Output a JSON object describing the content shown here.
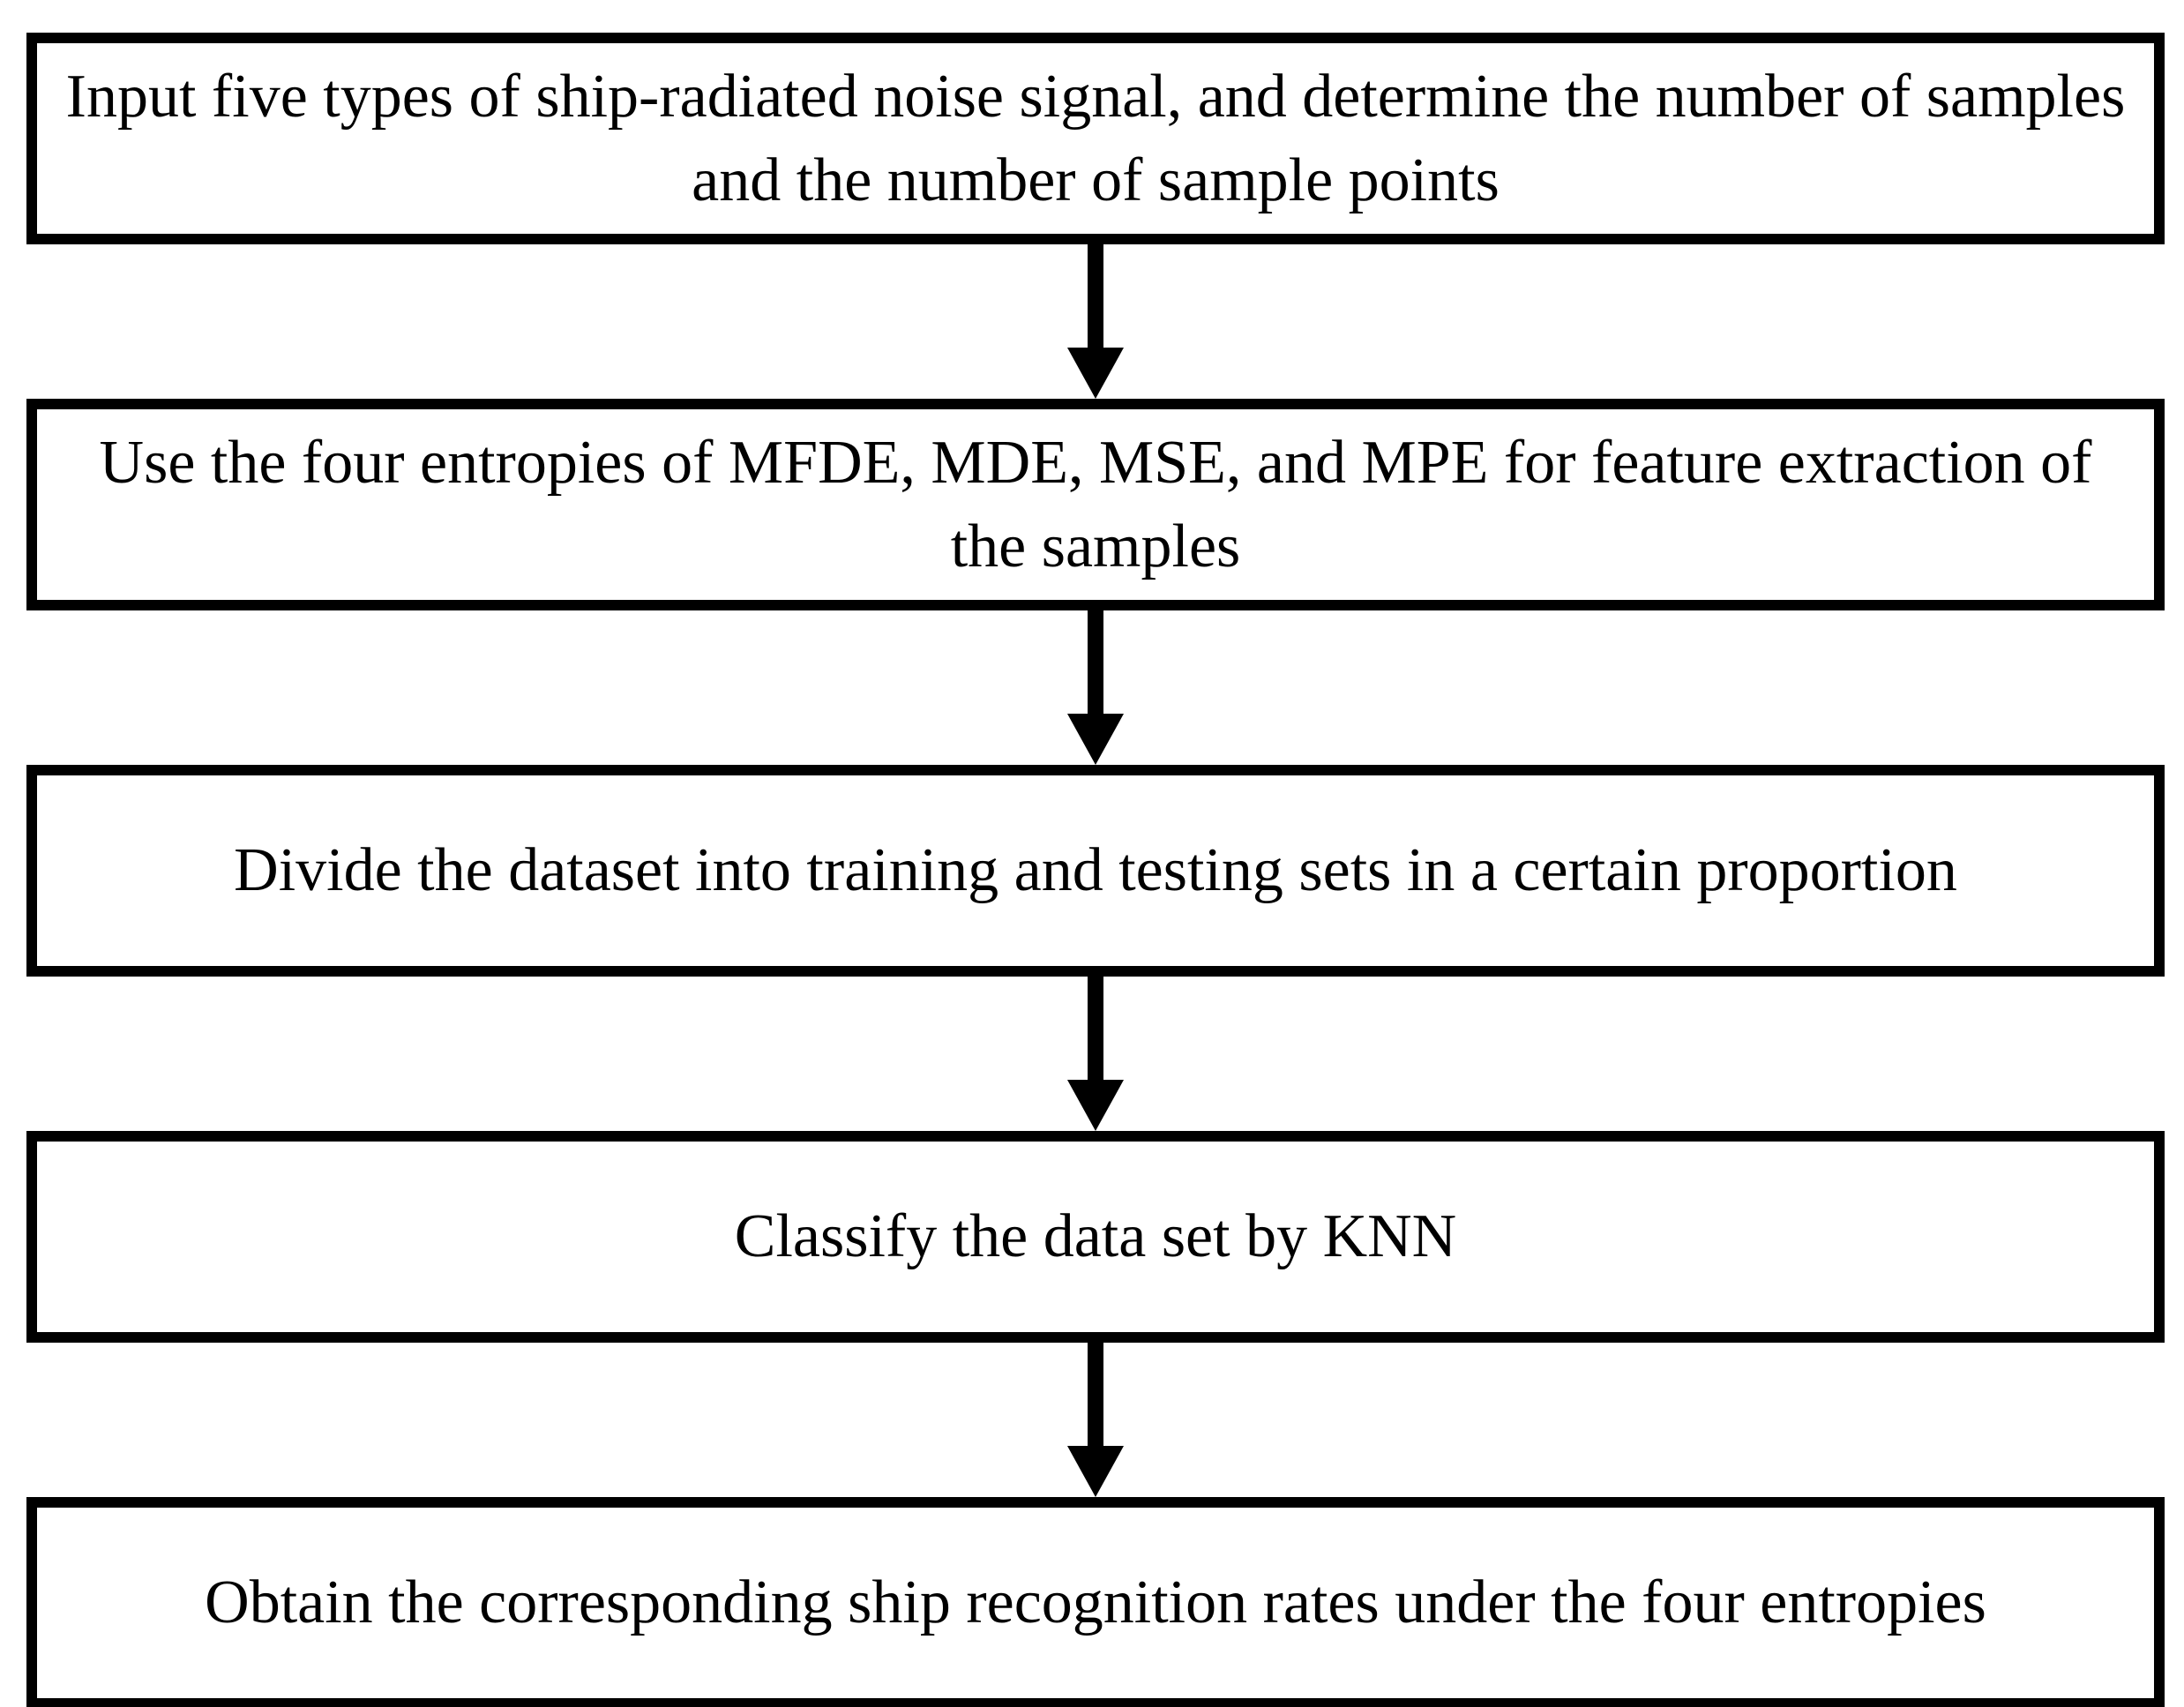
{
  "diagram": {
    "type": "flowchart",
    "direction": "top-down",
    "colors": {
      "border": "#000000",
      "background": "#ffffff",
      "text": "#000000",
      "arrow": "#000000"
    },
    "steps": [
      {
        "text": "Input five types of ship-radiated noise signal, and determine the number of samples and the number of sample points"
      },
      {
        "text": "Use the four entropies of MFDE, MDE, MSE, and MPE for feature extraction of the samples"
      },
      {
        "text": "Divide the dataset into training and testing sets in a certain proportion"
      },
      {
        "text": "Classify the data set by KNN"
      },
      {
        "text": "Obtain the corresponding ship recognition rates under the four entropies"
      }
    ]
  }
}
